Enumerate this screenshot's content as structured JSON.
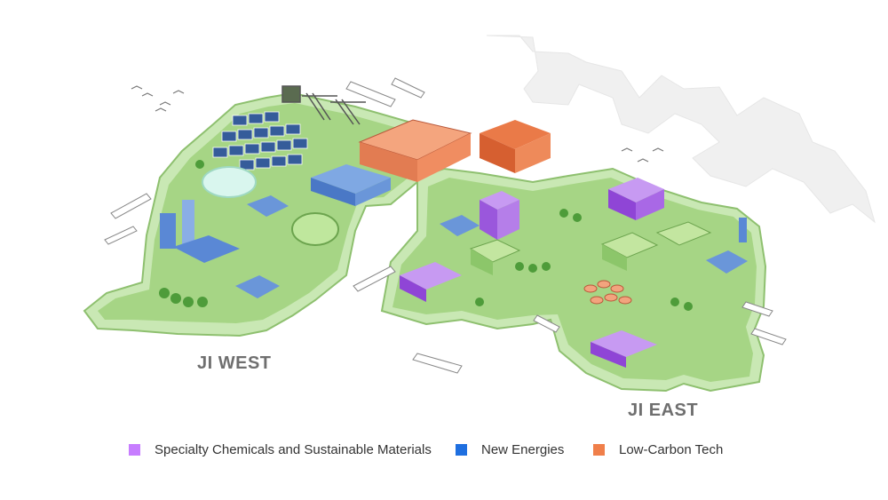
{
  "regions": {
    "west_label": "JI WEST",
    "east_label": "JI EAST"
  },
  "legend": [
    {
      "label": "Specialty Chemicals and Sustainable Materials",
      "color": "#c77dff"
    },
    {
      "label": "New Energies",
      "color": "#1e6fe0"
    },
    {
      "label": "Low-Carbon Tech",
      "color": "#f07f4a"
    }
  ],
  "colors": {
    "land": "#a9d98a",
    "land_edge": "#7fb865",
    "shore": "#d4ecc0",
    "ghost_land": "#eeeeee",
    "specialty_chemicals": "#b070e8",
    "new_energies": "#4a86d8",
    "low_carbon": "#e67747"
  }
}
